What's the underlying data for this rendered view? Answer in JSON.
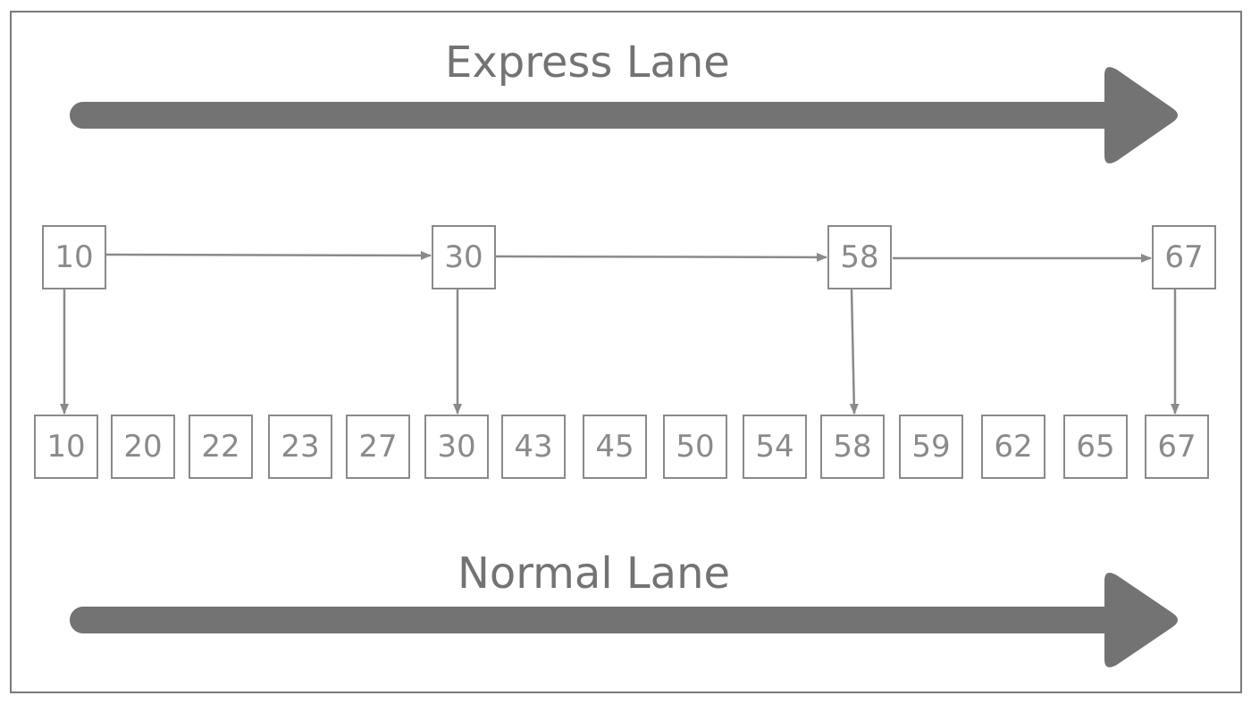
{
  "express_lane": {
    "title": "Express Lane",
    "nodes": [
      "10",
      "30",
      "58",
      "67"
    ]
  },
  "normal_lane": {
    "title": "Normal Lane",
    "nodes": [
      "10",
      "20",
      "22",
      "23",
      "27",
      "30",
      "43",
      "45",
      "50",
      "54",
      "58",
      "59",
      "62",
      "65",
      "67"
    ]
  },
  "colors": {
    "lane_arrow": "#737373",
    "node_border": "#8a8a8a",
    "node_text": "#8a8a8a",
    "link_arrow": "#8a8a8a",
    "frame": "#7a7a7a"
  }
}
